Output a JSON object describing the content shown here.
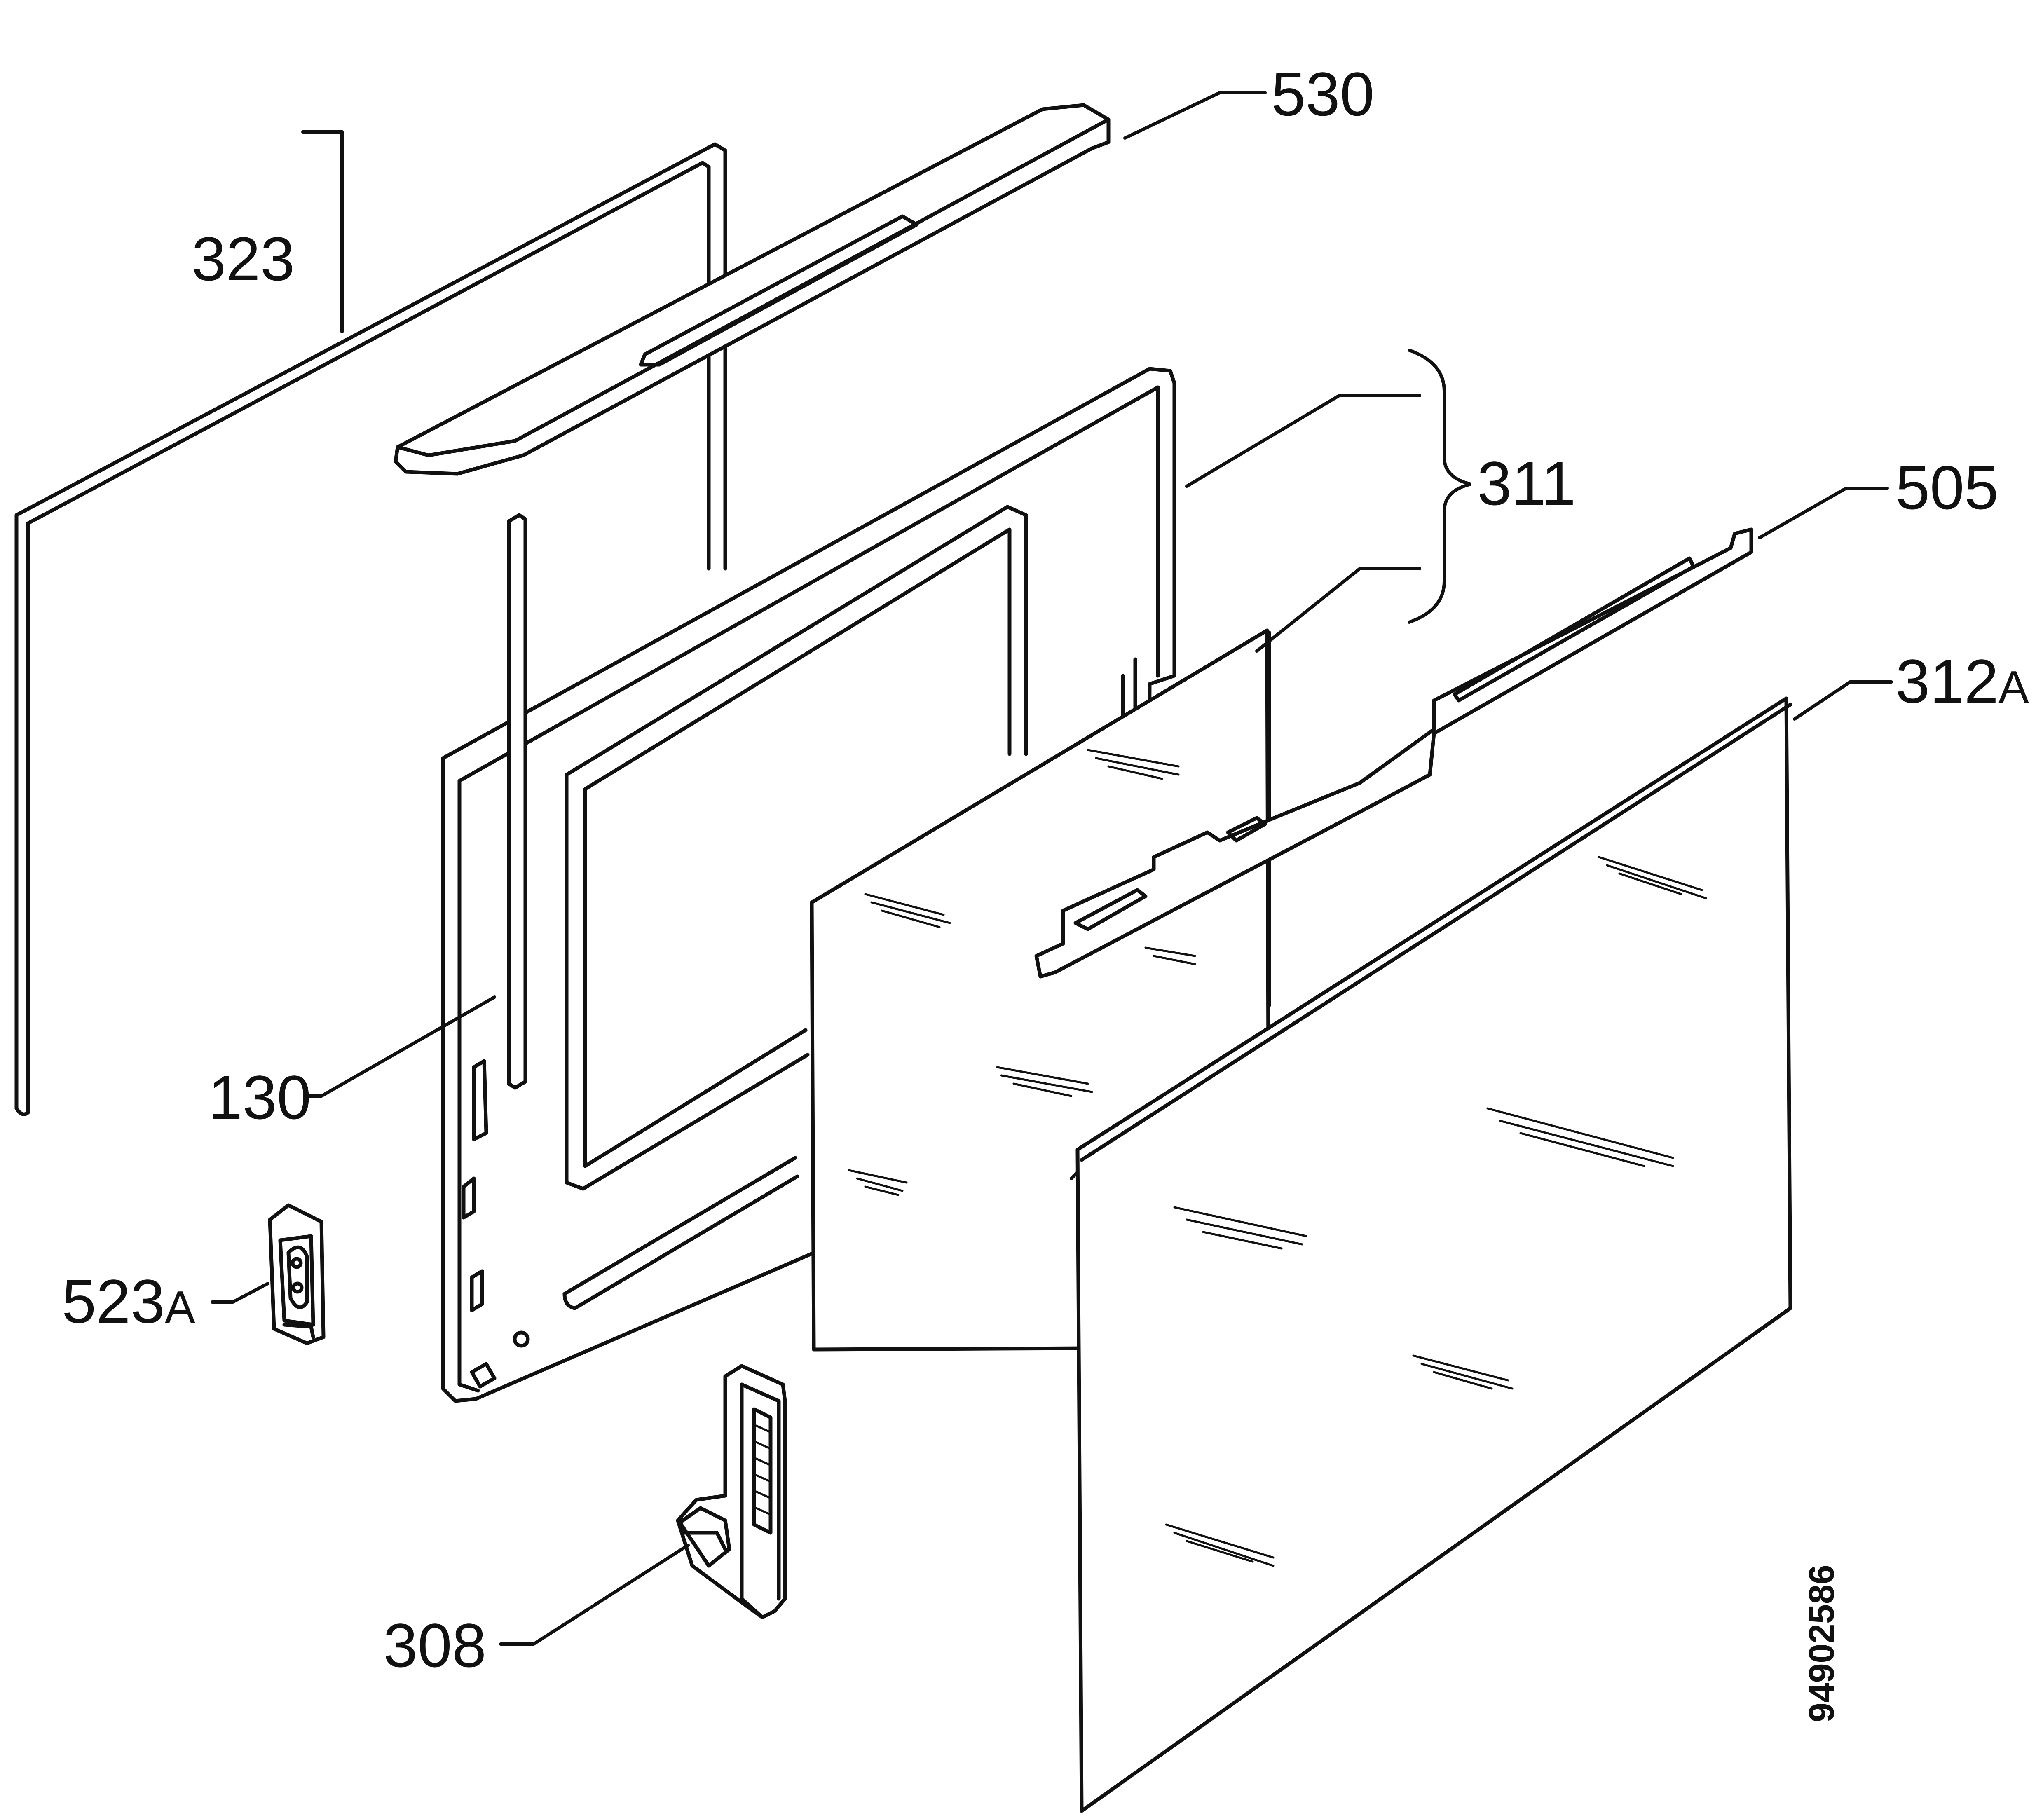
{
  "parts": [
    {
      "id": "530",
      "suffix": ""
    },
    {
      "id": "323",
      "suffix": ""
    },
    {
      "id": "311",
      "suffix": ""
    },
    {
      "id": "505",
      "suffix": ""
    },
    {
      "id": "312",
      "suffix": "A"
    },
    {
      "id": "130",
      "suffix": ""
    },
    {
      "id": "523",
      "suffix": "A"
    },
    {
      "id": "308",
      "suffix": ""
    }
  ],
  "document_number": "94902586",
  "colors": {
    "line": "#111111",
    "background": "#ffffff"
  }
}
